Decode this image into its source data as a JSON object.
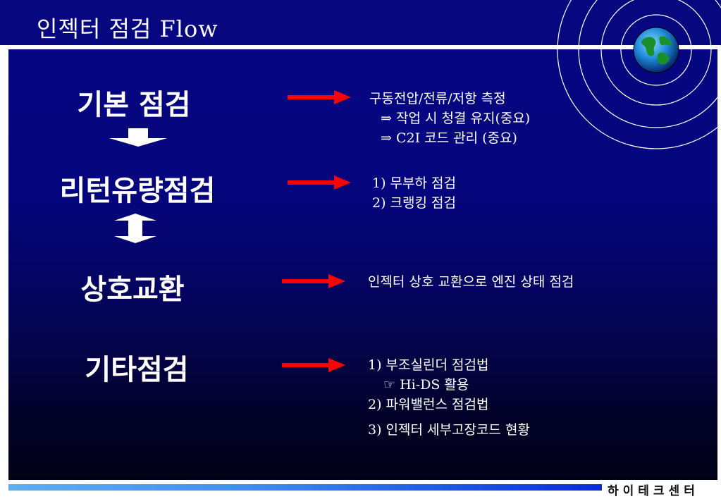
{
  "slide": {
    "title": "인젝터 점검 Flow",
    "footer": "하이테크센터"
  },
  "stages": [
    {
      "label": "기본 점검",
      "details": [
        "구동전압/전류/저항 측정",
        "⇒ 작업 시 청결 유지(중요)",
        "⇒ C2I 코드 관리 (중요)"
      ]
    },
    {
      "label": "리턴유량점검",
      "details": [
        "1) 무부하  점검",
        "2) 크랭킹  점검"
      ]
    },
    {
      "label": "상호교환",
      "details": [
        "인젝터 상호 교환으로  엔진 상태 점검"
      ]
    },
    {
      "label": "기타점검",
      "details": [
        "1) 부조실린더 점검법",
        "☞ Hi-DS 활용",
        "2) 파워밸런스 점검법",
        "3) 인젝터 세부고장코드 현황"
      ]
    }
  ],
  "colors": {
    "header": "#07077f",
    "arrow": "#ff0000",
    "footer_bar": "#1a56e6"
  }
}
